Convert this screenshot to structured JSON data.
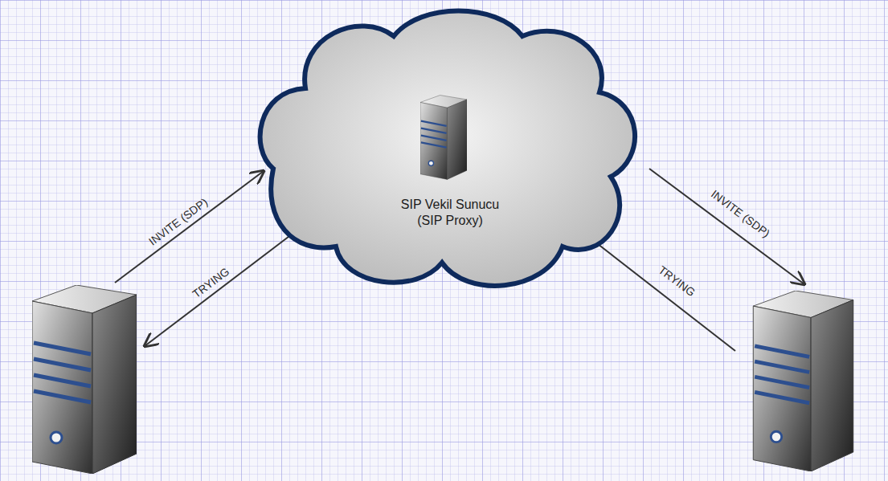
{
  "diagram": {
    "nodes": [
      {
        "text": [
          "SIP Vekil Sunucu (SIP Proxy)"
        ]
      }
    ],
    "labels": [
      "INVITE (SDP)",
      "TRYING",
      "INVITE (SDP)",
      "TRYING"
    ]
  }
}
